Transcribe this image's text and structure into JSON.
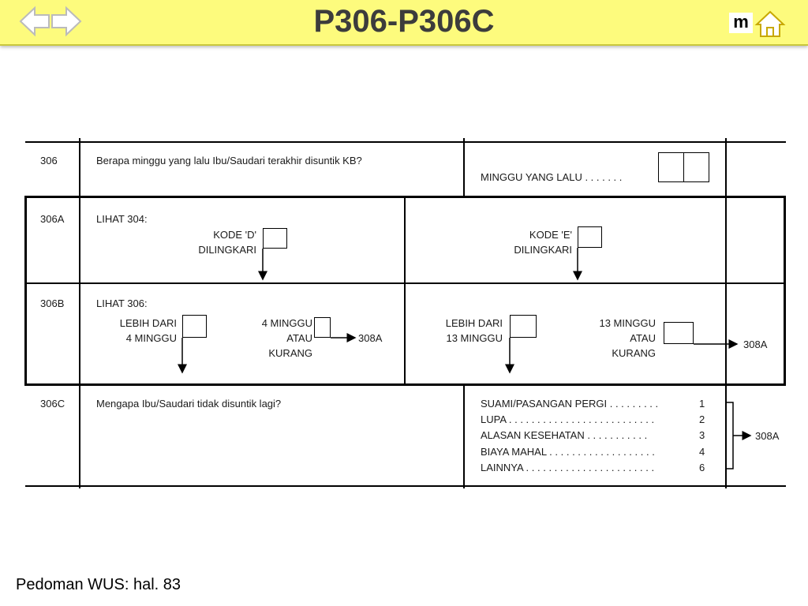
{
  "header": {
    "title": "P306-P306C",
    "m_label": "m"
  },
  "rows": {
    "q306": {
      "code": "306",
      "question": "Berapa minggu yang lalu Ibu/Saudari terakhir disuntik KB?",
      "answer_label": "MINGGU YANG LALU . . . . . . ."
    },
    "q306a": {
      "code": "306A",
      "instruction": "LIHAT 304:",
      "left_label_1": "KODE 'D'",
      "left_label_2": "DILINGKARI",
      "right_label_1": "KODE 'E'",
      "right_label_2": "DILINGKARI"
    },
    "q306b": {
      "code": "306B",
      "instruction": "LIHAT 306:",
      "opt1_line1": "LEBIH DARI",
      "opt1_line2": "4 MINGGU",
      "opt2_line1": "4 MINGGU",
      "opt2_line2": "ATAU",
      "opt2_line3": "KURANG",
      "opt2_skip": "308A",
      "opt3_line1": "LEBIH DARI",
      "opt3_line2": "13 MINGGU",
      "opt4_line1": "13 MINGGU",
      "opt4_line2": "ATAU",
      "opt4_line3": "KURANG",
      "opt4_skip": "308A"
    },
    "q306c": {
      "code": "306C",
      "question": "Mengapa Ibu/Saudari tidak disuntik lagi?",
      "options": [
        {
          "label": "SUAMI/PASANGAN PERGI . . . . . . . . .",
          "code": "1"
        },
        {
          "label": "LUPA . . . . . . . . . . . . . . . . . . . . . . . . . .",
          "code": "2"
        },
        {
          "label": "ALASAN KESEHATAN . . . . . . . . . . .",
          "code": "3"
        },
        {
          "label": "BIAYA MAHAL . . . . . . . . . . . . . . . . . . .",
          "code": "4"
        },
        {
          "label": "LAINNYA . . . . . . . . . . . . . . . . . . . . . . .",
          "code": "6"
        }
      ],
      "skip": "308A"
    }
  },
  "footer": {
    "text": "Pedoman WUS:  hal. 83"
  }
}
